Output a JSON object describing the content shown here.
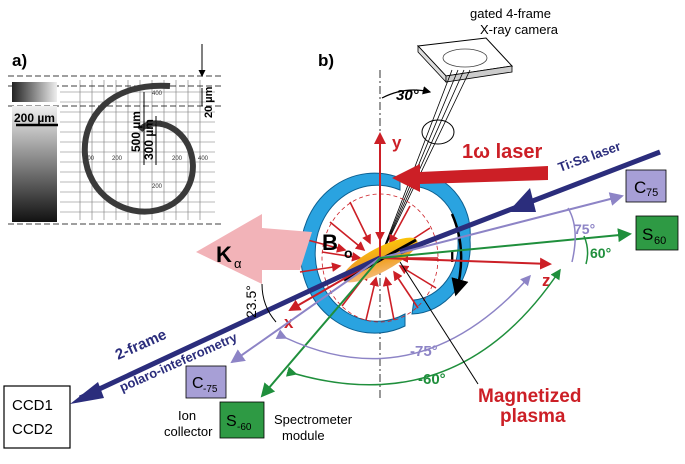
{
  "panel_a": {
    "label": "a)",
    "scale_bar": "200 µm",
    "dim_500": "500 µm",
    "dim_300": "300 µm",
    "dim_20": "20 µm",
    "ticks_x": [
      "400",
      "200",
      "200",
      "400"
    ],
    "ticks_y": [
      "400",
      "200",
      "200"
    ]
  },
  "panel_b": {
    "label": "b)",
    "camera": "gated 4-frame",
    "camera2": "X-ray camera",
    "angle_30": "30°",
    "laser_1w": "1ω laser",
    "tisa": "Ti:Sa laser",
    "y_axis": "y",
    "z_axis": "z",
    "x_axis": "x",
    "field": "B",
    "field_sub": "o",
    "current": "I",
    "kalpha": "K",
    "kalpha_sub": "α",
    "angle_235": "23.5°",
    "c75": "C",
    "c75_sub": "75",
    "s60": "S",
    "s60_sub": "60",
    "angle_75": "75°",
    "angle_60": "60°",
    "angle_m75": "-75°",
    "angle_m60": "-60°",
    "c_m75": "C",
    "c_m75_sub": "-75",
    "s_m60": "S",
    "s_m60_sub": "-60",
    "two_frame": "2-frame",
    "polaro": "polaro-inteferometry",
    "ccd1": "CCD1",
    "ccd2": "CCD2",
    "ion": "Ion",
    "collector": "collector",
    "spectrometer": "Spectrometer",
    "module": "module",
    "magnetized": "Magnetized",
    "plasma": "plasma"
  },
  "colors": {
    "blue_coil": "#2aa3e0",
    "red": "#cc1f26",
    "navy": "#2b2d7c",
    "lavender": "#8d84c6",
    "green": "#1f8f3c",
    "pink": "#f2b3b8"
  }
}
